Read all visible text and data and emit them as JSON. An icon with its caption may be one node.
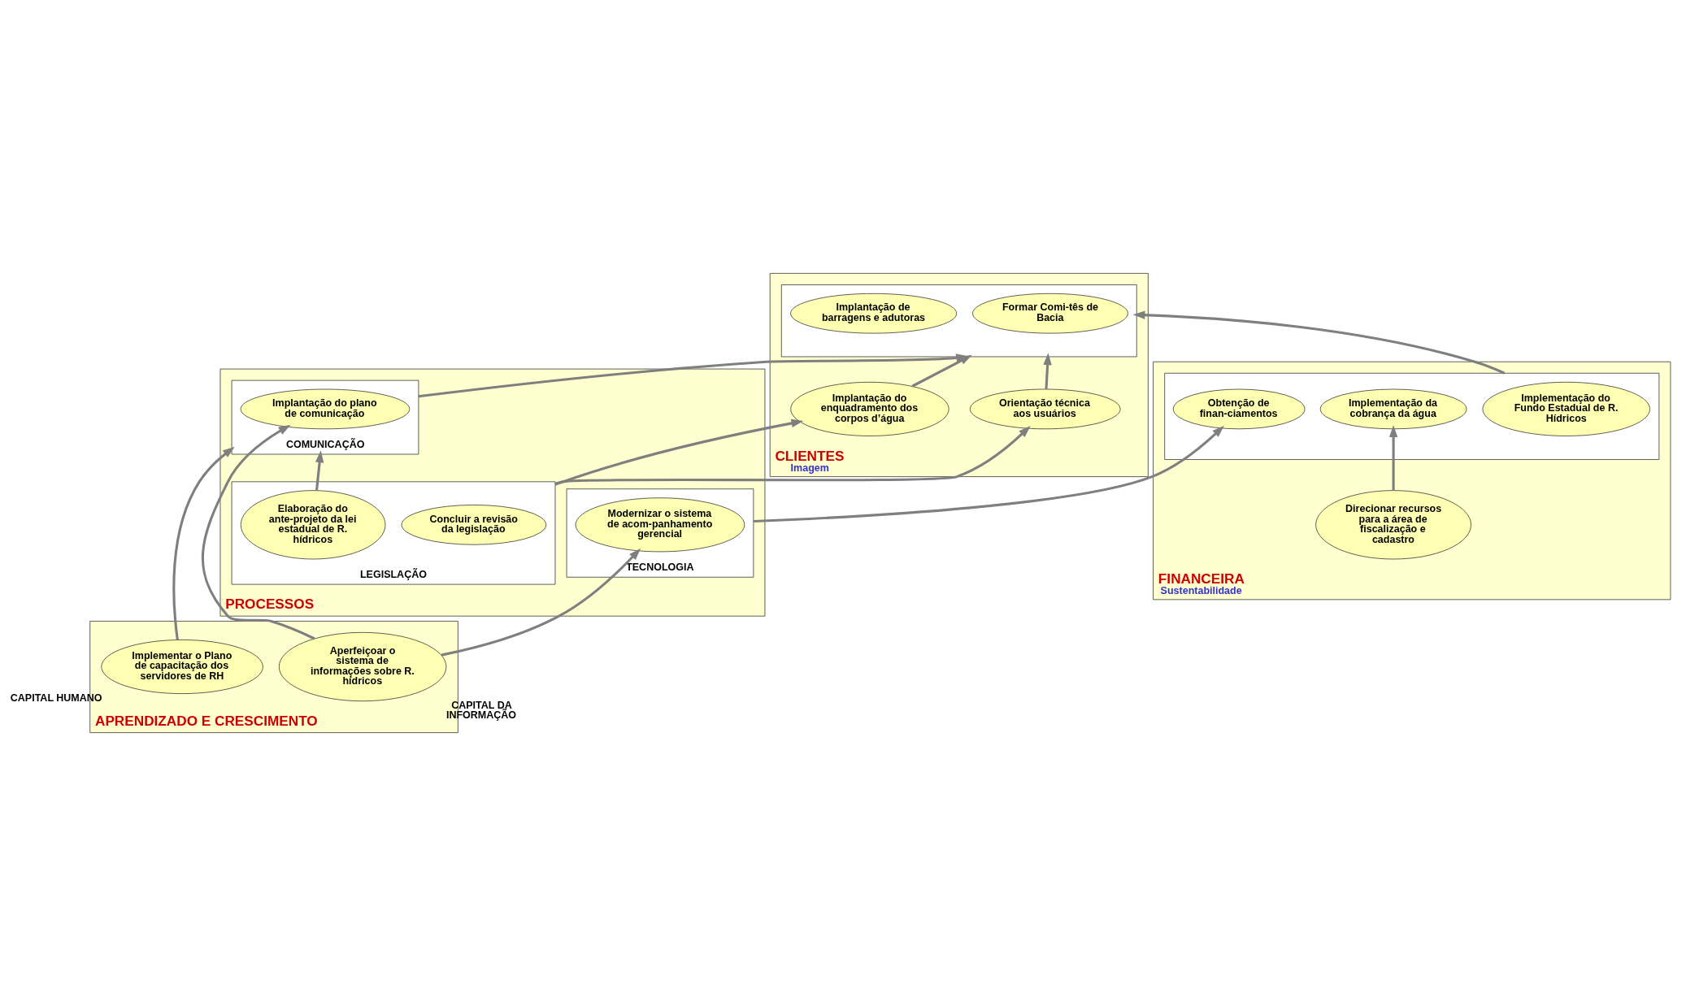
{
  "diagram": {
    "nodes": [
      {
        "text": [
          "CLIENTES",
          "Imagem"
        ]
      },
      {
        "text": [],
        "shape": "box",
        "in": 0
      },
      {
        "text": [
          "Formar Comi-tês de Bacia"
        ],
        "in": 1
      },
      {
        "text": [
          "Implantação de barragens e adutoras"
        ],
        "in": 1
      },
      {
        "text": [
          "Orientação técnica aos usuários"
        ],
        "in": 0
      },
      {
        "text": [
          "Implantação do enquadramento dos corpos d’água"
        ],
        "in": 0
      },
      {
        "text": [
          "FINANCEIRA",
          "Sustentabilidade"
        ]
      },
      {
        "text": [],
        "shape": "box",
        "in": 6
      },
      {
        "text": [
          "Implementação do Fundo Estadual de R. Hídricos"
        ],
        "in": 7
      },
      {
        "text": [
          "Implementação da cobrança da água"
        ],
        "in": 7
      },
      {
        "text": [
          "Obtenção de finan-ciamentos"
        ],
        "in": 7
      },
      {
        "text": [
          "Direcionar recursos para a área de fiscalização e cadastro"
        ],
        "in": 6
      },
      {
        "text": [
          "PROCESSOS"
        ]
      },
      {
        "text": [
          "LEGISLAÇÃO"
        ],
        "in": 12
      },
      {
        "text": [
          "Concluir a revisão da legislação"
        ],
        "in": 13
      },
      {
        "text": [
          "Elaboração do ante-projeto da lei estadual de R. hídricos"
        ],
        "in": 13
      },
      {
        "text": [
          "COMUNICAÇÃO"
        ],
        "in": 12
      },
      {
        "text": [
          "Implantação do plano de comunicação"
        ],
        "in": 16
      },
      {
        "text": [
          "TECNOLOGIA"
        ],
        "in": 12
      },
      {
        "text": [
          "Modernizar o sistema de acom-panhamento gerencial"
        ],
        "in": 18
      },
      {
        "text": [
          "APRENDIZADO E CRESCIMENTO"
        ]
      },
      {
        "text": [
          "Implementar o Plano de capacitação dos servidores de RH"
        ],
        "in": 20,
        "beside": [
          "CAPITAL HUMANO"
        ]
      },
      {
        "text": [
          "Aperfeiçoar o sistema de informações sobre R. hídricos"
        ],
        "in": 20,
        "beside": [
          "CAPITAL DA INFORMAÇÃO"
        ]
      }
    ],
    "edges": [
      {
        "from": 4,
        "to": 1,
        "arrow": "to"
      },
      {
        "from": 5,
        "to": 1,
        "arrow": "to"
      },
      {
        "from": 13,
        "to": 4,
        "arrow": "to"
      },
      {
        "from": 13,
        "to": 5,
        "arrow": "to"
      },
      {
        "from": 7,
        "to": 1,
        "arrow": "to"
      },
      {
        "from": 11,
        "to": 9,
        "arrow": "to"
      },
      {
        "from": 16,
        "to": 1,
        "arrow": "to"
      },
      {
        "from": 18,
        "to": 10,
        "arrow": "to"
      },
      {
        "from": 15,
        "to": 16,
        "arrow": "to"
      },
      {
        "from": 21,
        "to": 16,
        "arrow": "to"
      },
      {
        "from": 22,
        "to": 17,
        "arrow": "to"
      },
      {
        "from": 22,
        "to": 19,
        "arrow": "to"
      }
    ]
  }
}
